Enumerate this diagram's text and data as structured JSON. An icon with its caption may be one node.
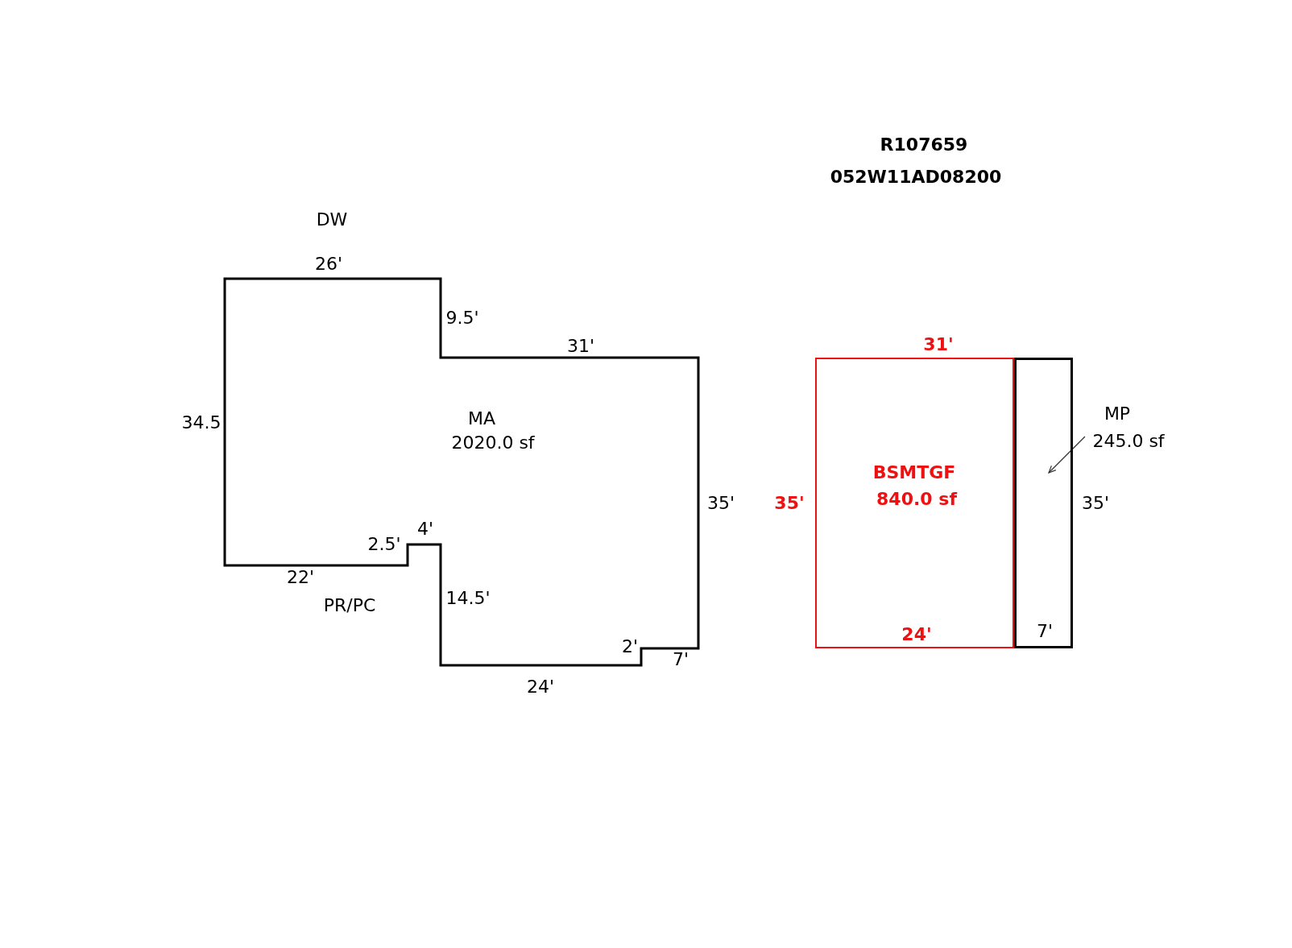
{
  "diagram": {
    "nodes": [
      {
        "text": [
          "MA",
          "2020.0 sf"
        ]
      },
      {
        "text": [
          "BSMTGF",
          "840.0 sf"
        ]
      },
      {
        "text": [],
        "shape": "box"
      },
      {
        "text": [
          "MP",
          "245.0 sf"
        ]
      }
    ],
    "edges": [
      {
        "from": 3,
        "to": 2,
        "arrow": "to"
      }
    ],
    "labels": [
      "R107659",
      "052W11AD08200",
      "DW",
      "26'",
      "9.5'",
      "31'",
      "34.5",
      "35'",
      "2.5'",
      "4'",
      "22'",
      "PR/PC",
      "14.5'",
      "2'",
      "7'",
      "24'",
      "31'",
      "35'",
      "24'",
      "35'",
      "7'"
    ]
  }
}
